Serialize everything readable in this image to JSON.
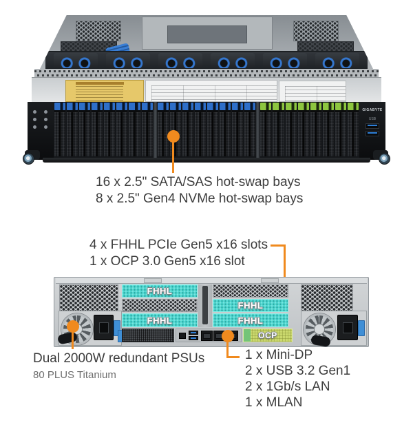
{
  "colors": {
    "accent_orange": "#F08A1E",
    "fhhl_cyan": "#4ED8D1",
    "ocp_yellow": "#CBD96E",
    "ocp_green_strip": "#74C478",
    "bay_blue": "#2E6FC9",
    "bay_green": "#8DC63F",
    "text_dark": "#3D3D3D",
    "text_muted": "#6E6E6E"
  },
  "front_view": {
    "fan_count": 6,
    "bay_groups": [
      {
        "count": 8,
        "latch_color": "#2E6FC9"
      },
      {
        "count": 8,
        "latch_color": "#2E6FC9"
      },
      {
        "count": 8,
        "latch_color": "#8DC63F"
      }
    ],
    "ear_brand": "GIGABYTE",
    "ear_usb_label": "USB",
    "callout": {
      "line1": "16 x 2.5\" SATA/SAS hot-swap bays",
      "line2": "8 x 2.5\" Gen4 NVMe hot-swap bays"
    }
  },
  "rear_view": {
    "slot_rows": [
      [
        "fhhl",
        "vent"
      ],
      [
        "vent",
        "fhhl"
      ],
      [
        "fhhl",
        "fhhl"
      ]
    ],
    "fhhl_label": "FHHL",
    "ocp_label": "OCP",
    "callout_pcie": {
      "line1": "4 x FHHL PCIe Gen5 x16 slots",
      "line2": "1 x OCP 3.0 Gen5 x16 slot"
    },
    "callout_psu": {
      "line1": "Dual 2000W redundant PSUs",
      "line2": "80 PLUS Titanium"
    },
    "callout_io": {
      "line1": "1 x Mini-DP",
      "line2": "2 x USB 3.2 Gen1",
      "line3": "2 x 1Gb/s LAN",
      "line4": "1 x MLAN"
    }
  }
}
